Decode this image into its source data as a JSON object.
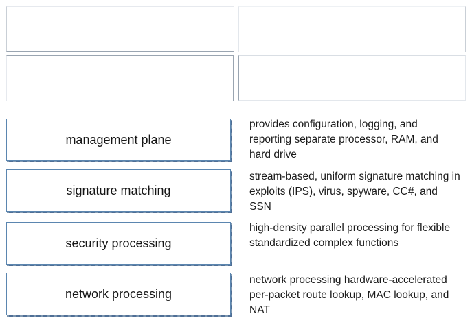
{
  "targets": [
    {
      "id": "slot-1",
      "value": ""
    },
    {
      "id": "slot-2",
      "value": ""
    },
    {
      "id": "slot-3",
      "value": ""
    },
    {
      "id": "slot-4",
      "value": ""
    }
  ],
  "terms": [
    {
      "label": "management plane"
    },
    {
      "label": "signature matching"
    },
    {
      "label": "security processing"
    },
    {
      "label": "network processing"
    }
  ],
  "descriptions": [
    {
      "text": "provides configuration, logging, and reporting separate processor, RAM, and hard drive"
    },
    {
      "text": "stream-based, uniform signature matching in exploits (IPS), virus, spyware, CC#, and SSN"
    },
    {
      "text": "high-density parallel processing for flexible standardized complex functions"
    },
    {
      "text": "network processing hardware-accelerated per-packet route lookup, MAC lookup, and NAT"
    }
  ]
}
